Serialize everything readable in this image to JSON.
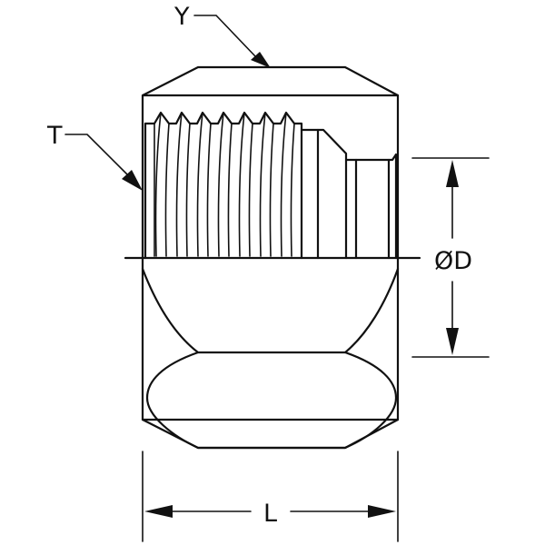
{
  "labels": {
    "y": "Y",
    "t": "T",
    "diameter": "ØD",
    "length": "L"
  },
  "colors": {
    "line": "#111111",
    "background": "#ffffff"
  }
}
